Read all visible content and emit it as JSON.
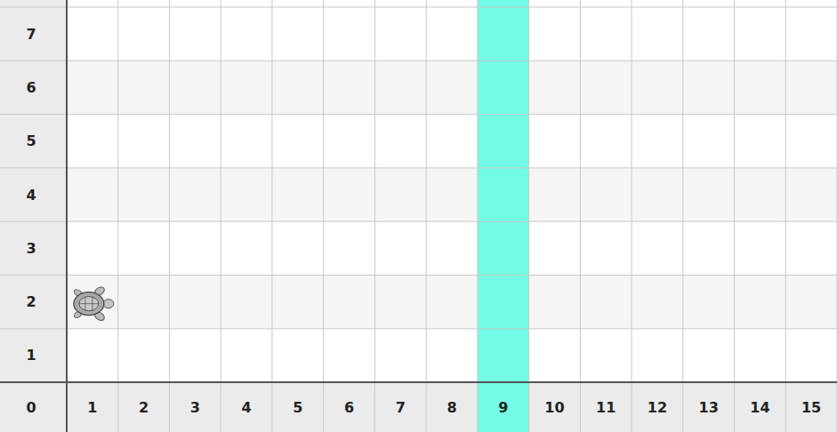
{
  "diagram": {
    "labels": [
      "7",
      "6",
      "5",
      "4",
      "3",
      "2",
      "1",
      "0",
      "1",
      "2",
      "3",
      "4",
      "5",
      "6",
      "7",
      "8",
      "9",
      "10",
      "11",
      "12",
      "13",
      "14",
      "15"
    ]
  }
}
